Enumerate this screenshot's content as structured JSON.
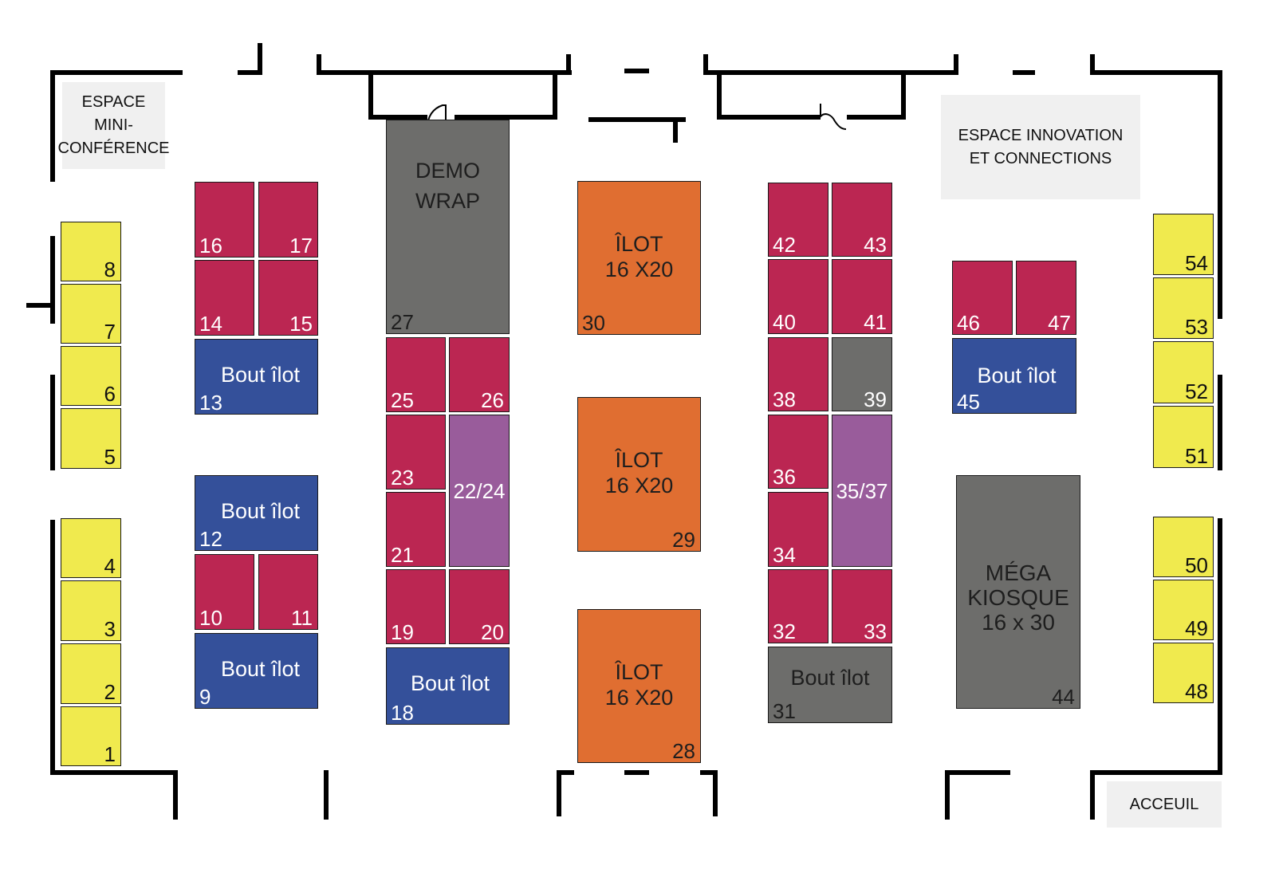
{
  "colors": {
    "standard": "#bb2652",
    "bout_ilot": "#34509a",
    "ilot": "#e06e31",
    "mega": "#6d6d6b",
    "demo": "#6d6d6b",
    "double": "#995c9b",
    "corner": "#f0ea4e",
    "zone": "#f0f0f0"
  },
  "zones": {
    "mini_conference": "ESPACE\nMINI-\nCONFÉRENCE",
    "innovation": "ESPACE INNOVATION\nET CONNECTIONS",
    "accueil": "ACCEUIL"
  },
  "labels": {
    "bout_ilot": "Bout îlot",
    "ilot": "ÎLOT\n16 X20",
    "mega": "MÉGA\nKIOSQUE\n16 x 30",
    "demo": "DEMO\nWRAP"
  },
  "booths": {
    "b1": "1",
    "b2": "2",
    "b3": "3",
    "b4": "4",
    "b5": "5",
    "b6": "6",
    "b7": "7",
    "b8": "8",
    "b9": "9",
    "b10": "10",
    "b11": "11",
    "b12": "12",
    "b13": "13",
    "b14": "14",
    "b15": "15",
    "b16": "16",
    "b17": "17",
    "b18": "18",
    "b19": "19",
    "b20": "20",
    "b21": "21",
    "b22_24": "22/24",
    "b23": "23",
    "b25": "25",
    "b26": "26",
    "b27": "27",
    "b28": "28",
    "b29": "29",
    "b30": "30",
    "b31": "31",
    "b32": "32",
    "b33": "33",
    "b34": "34",
    "b35_37": "35/37",
    "b36": "36",
    "b38": "38",
    "b39": "39",
    "b40": "40",
    "b41": "41",
    "b42": "42",
    "b43": "43",
    "b44": "44",
    "b45": "45",
    "b46": "46",
    "b47": "47",
    "b48": "48",
    "b49": "49",
    "b50": "50",
    "b51": "51",
    "b52": "52",
    "b53": "53",
    "b54": "54"
  }
}
